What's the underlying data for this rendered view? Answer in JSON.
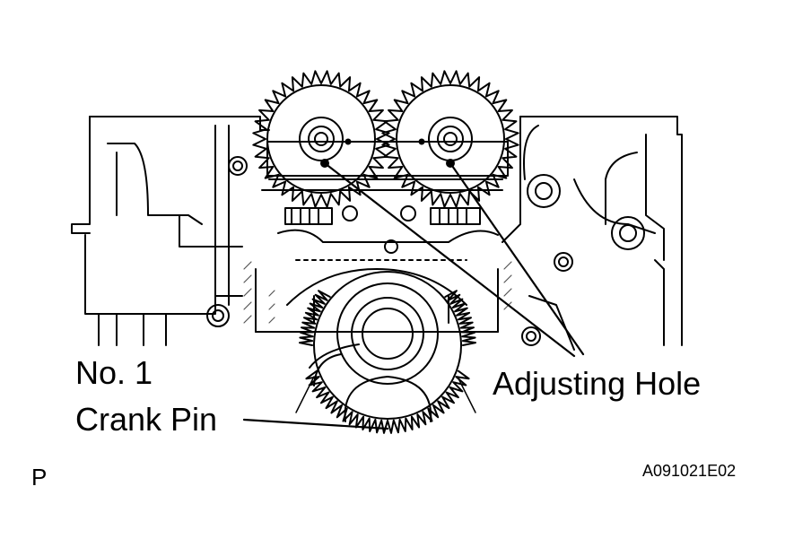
{
  "labels": {
    "no1": "No. 1",
    "crank_pin": "Crank Pin",
    "adjusting_hole": "Adjusting Hole",
    "view": "P",
    "figure_code": "A091021E02"
  },
  "colors": {
    "ink": "#000000",
    "paper": "#ffffff",
    "hatch": "#555555"
  }
}
